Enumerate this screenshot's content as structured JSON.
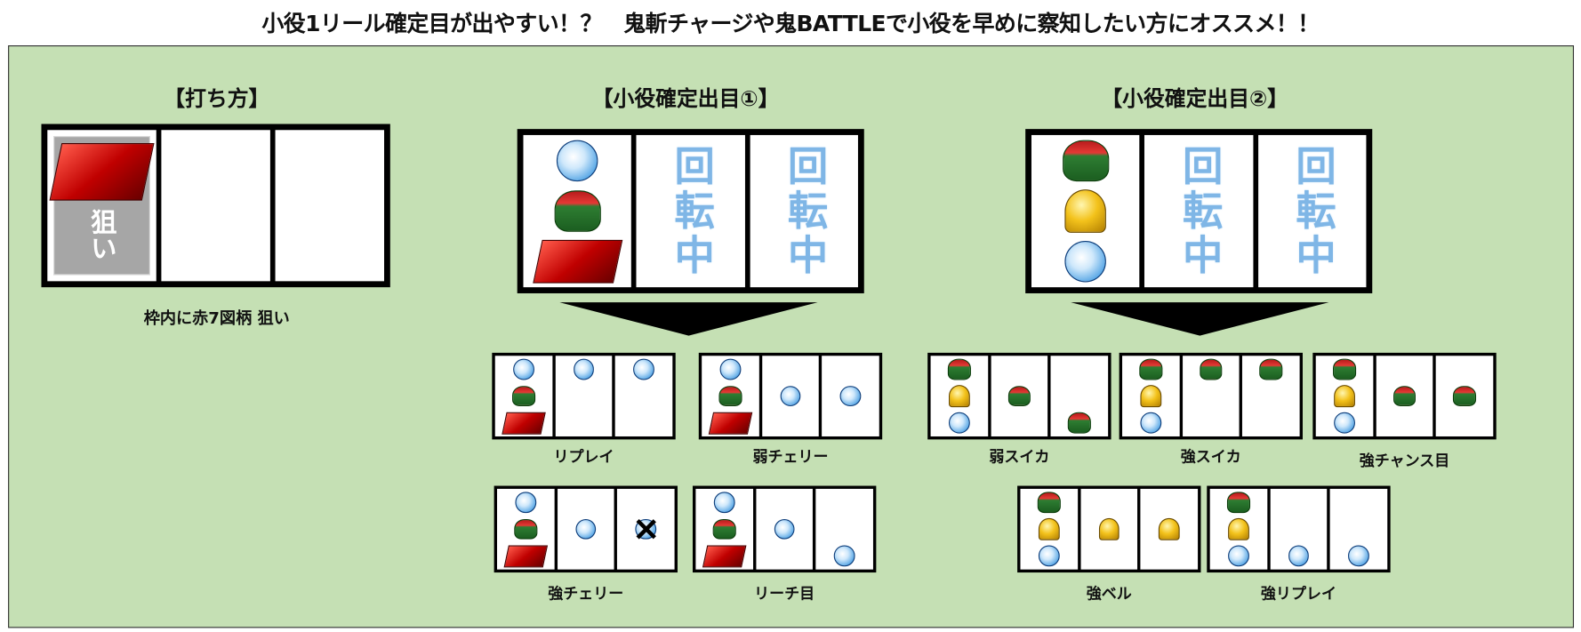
{
  "title": "小役1リール確定目が出やすい！？　鬼斬チャージや鬼BATTLEで小役を早めに察知したい方にオススメ！！",
  "colors": {
    "panel": "#c5e0b4",
    "spin_text": "#7fb6e6"
  },
  "how_to": {
    "heading": "【打ち方】",
    "aim_text": "狙い",
    "caption": "枠内に赤7図柄 狙い"
  },
  "spinning_label": "回転中",
  "pattern1": {
    "heading": "【小役確定出目①】",
    "left_reel": [
      "replay",
      "suika",
      "seven"
    ],
    "examples": [
      {
        "label": "リプレイ",
        "reels": [
          [
            "replay",
            "suika",
            "seven"
          ],
          [
            "replay",
            "",
            ""
          ],
          [
            "replay",
            "",
            ""
          ]
        ]
      },
      {
        "label": "弱チェリー",
        "reels": [
          [
            "replay",
            "suika",
            "seven"
          ],
          [
            "",
            "replay",
            ""
          ],
          [
            "",
            "replay",
            ""
          ]
        ]
      },
      {
        "label": "強チェリー",
        "reels": [
          [
            "replay",
            "suika",
            "seven"
          ],
          [
            "",
            "replay",
            ""
          ],
          [
            "",
            "replay-x",
            ""
          ]
        ]
      },
      {
        "label": "リーチ目",
        "reels": [
          [
            "replay",
            "suika",
            "seven"
          ],
          [
            "",
            "replay",
            ""
          ],
          [
            "",
            "",
            "replay"
          ]
        ]
      }
    ]
  },
  "pattern2": {
    "heading": "【小役確定出目②】",
    "left_reel": [
      "suika",
      "bell",
      "replay"
    ],
    "examples": [
      {
        "label": "弱スイカ",
        "reels": [
          [
            "suika",
            "bell",
            "replay"
          ],
          [
            "",
            "suika",
            ""
          ],
          [
            "",
            "",
            "suika"
          ]
        ]
      },
      {
        "label": "強スイカ",
        "reels": [
          [
            "suika",
            "bell",
            "replay"
          ],
          [
            "suika",
            "",
            ""
          ],
          [
            "suika",
            "",
            ""
          ]
        ]
      },
      {
        "label": "強チャンス目",
        "reels": [
          [
            "suika",
            "bell",
            "replay"
          ],
          [
            "",
            "suika",
            ""
          ],
          [
            "",
            "suika",
            ""
          ]
        ]
      },
      {
        "label": "強ベル",
        "reels": [
          [
            "suika",
            "bell",
            "replay"
          ],
          [
            "",
            "bell",
            ""
          ],
          [
            "",
            "bell",
            ""
          ]
        ]
      },
      {
        "label": "強リプレイ",
        "reels": [
          [
            "suika",
            "bell",
            "replay"
          ],
          [
            "",
            "",
            "replay"
          ],
          [
            "",
            "",
            "replay"
          ]
        ]
      }
    ]
  }
}
